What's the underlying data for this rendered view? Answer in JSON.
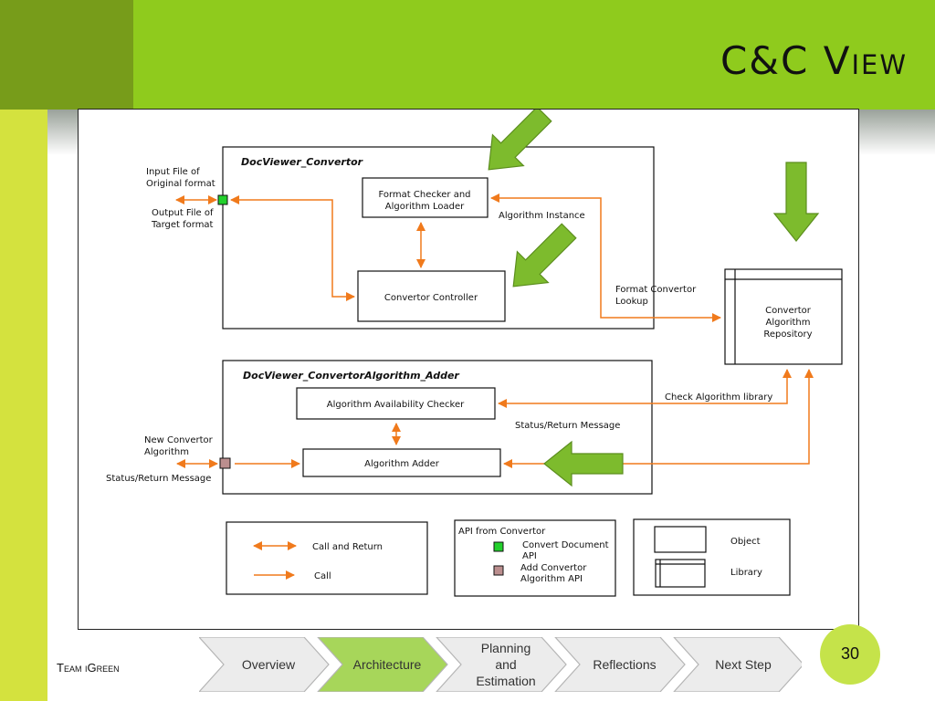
{
  "slide": {
    "title": "C&C View",
    "team": "Team iGreen",
    "page_number": "30"
  },
  "diagram": {
    "component1_title": "DocViewer_Convertor",
    "component2_title": "DocViewer_ConvertorAlgorithm_Adder",
    "format_checker": [
      "Format Checker and",
      "Algorithm Loader"
    ],
    "convertor_controller": "Convertor Controller",
    "algorithm_availability_checker": "Algorithm Availability Checker",
    "algorithm_adder": "Algorithm Adder",
    "repository": [
      "Convertor",
      "Algorithm",
      "Repository"
    ],
    "input_file": [
      "Input File of",
      "Original format"
    ],
    "output_file": [
      "Output File of",
      "Target format"
    ],
    "new_convertor": [
      "New Convertor",
      "Algorithm"
    ],
    "status_return_left": "Status/Return Message",
    "status_return_right": "Status/Return Message",
    "algorithm_instance": "Algorithm Instance",
    "format_convertor_lookup": [
      "Format Convertor",
      "Lookup"
    ],
    "check_algorithm_library": "Check Algorithm library",
    "legend": {
      "call_and_return": "Call and Return",
      "call": "Call",
      "api_from_convertor": "API from Convertor",
      "convert_document_api": [
        "Convert Document",
        "API"
      ],
      "add_convertor_api": [
        "Add Convertor",
        "Algorithm API"
      ],
      "object": "Object",
      "library": "Library"
    }
  },
  "colors": {
    "accent_green": "#8fcb1d",
    "arrow_orange": "#f07a1c",
    "highlight_arrow": "#7dbb2d",
    "convert_api_port": "#22d02c",
    "add_api_port": "#bb8e8e"
  },
  "nav": {
    "steps": [
      "Overview",
      "Architecture",
      "Planning\nand\nEstimation",
      "Reflections",
      "Next Step"
    ],
    "active": "Architecture"
  }
}
